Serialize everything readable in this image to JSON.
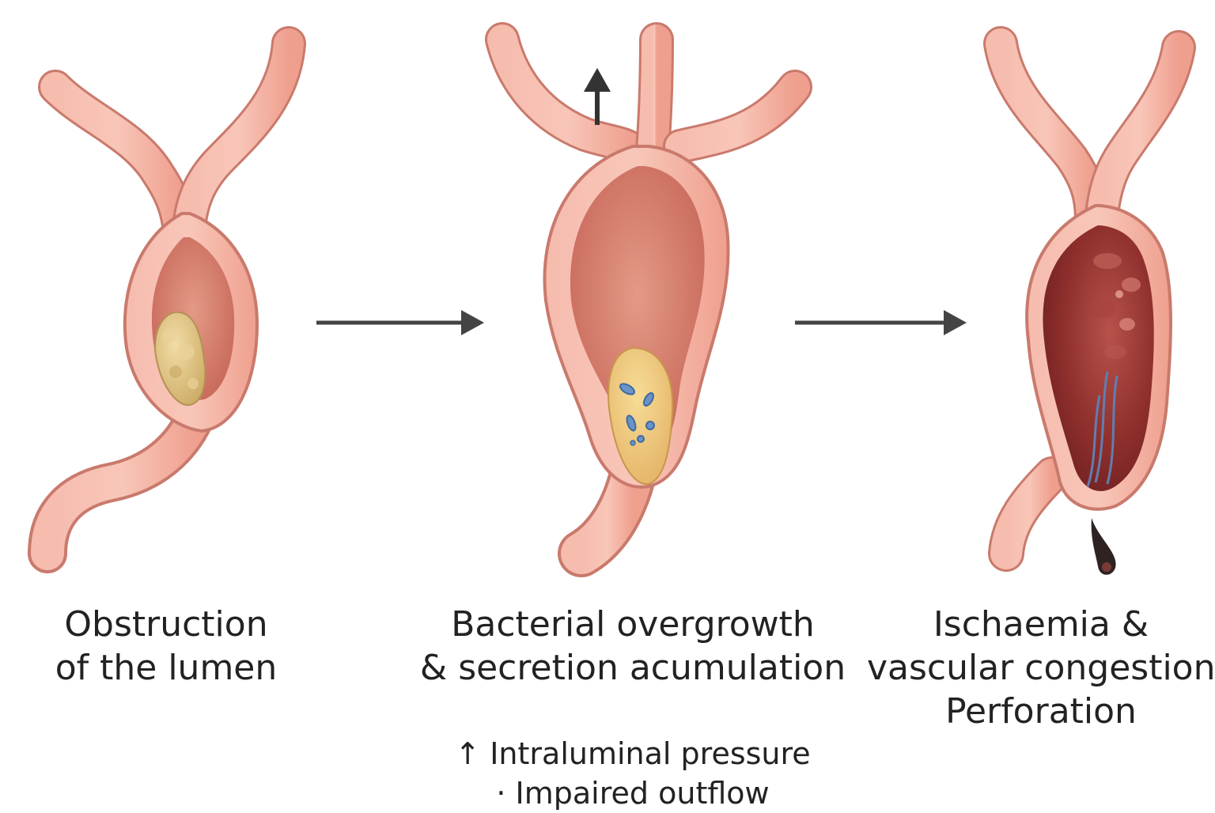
{
  "stages": [
    {
      "id": "stage-obstruction",
      "label_lines": [
        "Obstruction",
        "of the lumen"
      ]
    },
    {
      "id": "stage-bacterial",
      "label_lines": [
        "Bacterial overgrowth",
        "& secretion acumulation"
      ],
      "note_lines": [
        "↑ Intraluminal pressure",
        "· Impaired outflow"
      ]
    },
    {
      "id": "stage-ischaemia",
      "label_lines": [
        "Ischaemia &",
        "vascular congestion",
        "Perforation"
      ]
    }
  ],
  "colors": {
    "wall": "#f2a99a",
    "wall_outline": "#c97a6c",
    "lumen": "#d9806e",
    "lumen_dark": "#8e2f2c",
    "fecalith": "#dcc07f",
    "bacteria": "#6a93c8",
    "arrow": "#444444"
  }
}
